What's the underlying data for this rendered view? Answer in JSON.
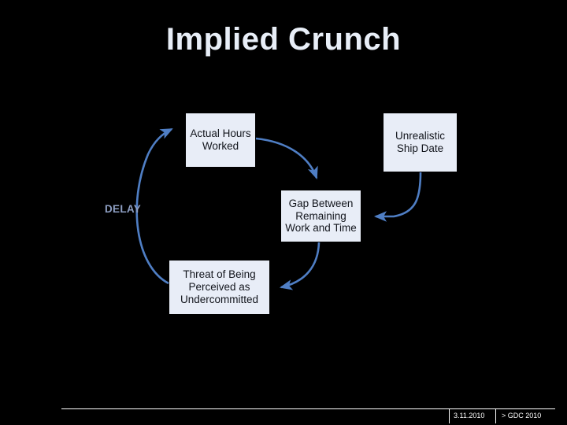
{
  "slide": {
    "title": "Implied Crunch",
    "background_color": "#000000",
    "title_color": "#e8eef7",
    "accent_color": "#4f7ec4",
    "node_fill_color": "#e8edf7",
    "node_text_color": "#12151c"
  },
  "diagram": {
    "type": "cycle-flow",
    "nodes": [
      {
        "id": "actual-hours",
        "label": "Actual Hours Worked",
        "lines": [
          "Actual Hours",
          "Worked"
        ]
      },
      {
        "id": "unrealistic",
        "label": "Unrealistic Ship Date",
        "lines": [
          "Unrealistic",
          "Ship Date"
        ]
      },
      {
        "id": "gap",
        "label": "Gap Between Remaining Work and Time",
        "lines": [
          "Gap Between",
          "Remaining",
          "Work and Time"
        ]
      },
      {
        "id": "threat",
        "label": "Threat of Being Perceived as Undercommitted",
        "lines": [
          "Threat of Being",
          "Perceived as",
          "Undercommitted"
        ]
      }
    ],
    "edges": [
      {
        "from": "actual-hours",
        "to": "gap"
      },
      {
        "from": "gap",
        "to": "threat"
      },
      {
        "from": "threat",
        "to": "actual-hours",
        "label": "DELAY"
      },
      {
        "from": "unrealistic",
        "to": "gap"
      }
    ],
    "edge_label": "DELAY",
    "edge_label_color": "#8e9fc4"
  },
  "footer": {
    "date": "3.11.2010",
    "event": "> GDC 2010"
  }
}
